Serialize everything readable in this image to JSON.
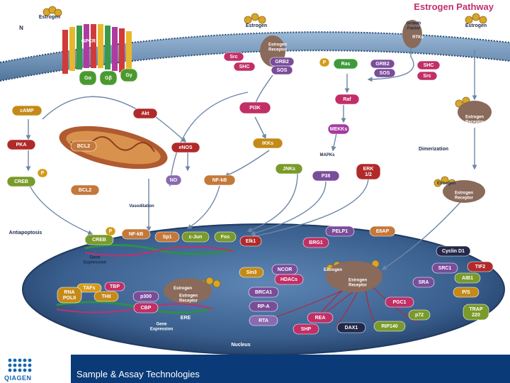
{
  "title": "Estrogen Pathway",
  "labels": {
    "estrogen_tl": "Estrogen",
    "n_term": "N",
    "gpcr": "GPCR",
    "estrogen_top": "Estrogen",
    "er_membrane": "Estrogen Receptor",
    "growth_factor": "Growth Factor",
    "rtks": "RTKs",
    "estrogen_tr": "Estrogen",
    "src_l": "Src",
    "shc_l": "SHC",
    "grb2_l": "GRB2",
    "sos_l": "SOS",
    "p1": "P",
    "ras": "Ras",
    "grb2_r": "GRB2",
    "shc_r": "SHC",
    "sos_r": "SOS",
    "src_r": "Src",
    "g_alpha": "Gα",
    "g_beta": "Gβ",
    "g_gamma": "Gγ",
    "camp": "cAMP",
    "akt": "Akt",
    "pi3k": "PI3K",
    "raf": "Raf",
    "er_cyt": "Estrogen Receptor",
    "mekks": "MEKKs",
    "pka": "PKA",
    "bcl2_m": "BCL2",
    "enos": "eNOS",
    "ikks": "IKKs",
    "mapks": "MAPKs",
    "dimerization": "Dimerization",
    "p2": "P",
    "creb_cyt": "CREB",
    "jnks": "JNKs",
    "p38": "P38",
    "erk": "ERK 1/2",
    "no": "NO",
    "nfkb_cyt": "NF-kB",
    "estrogen_dimer": "Estrogen",
    "er_dimer": "Estrogen Receptor",
    "bcl2_cyt": "BCL2",
    "vasodilation": "Vasodilation",
    "antiapoptosis": "Antiapoptosis",
    "p3": "P",
    "creb_nuc": "CREB",
    "nfkb_nuc": "NF-kB",
    "sp1": "Sp1",
    "cjun": "c-Jun",
    "fos": "Fos",
    "elk1": "Elk1",
    "pelp1": "PELP1",
    "e6ap": "E6AP",
    "brg1": "BRG1",
    "cyclin_d1": "Cyclin D1",
    "gene_expr_top": "Gene Expression",
    "sin3": "Sin3",
    "ncor": "NCOR",
    "hdacs": "HDACs",
    "estrogen_nuc": "Estrogen",
    "er_nuc": "Estrogen Receptor",
    "src1": "SRC1",
    "tif2": "TIF2",
    "aib1": "AIB1",
    "tafs": "TAFs",
    "tbp": "TBP",
    "rna_pol": "RNA POLII",
    "thii": "THII",
    "p300": "p300",
    "estrogen_gene": "Estrogen",
    "er_gene": "Estrogen Receptor",
    "cbp": "CBP",
    "brca1": "BRCA1",
    "sra": "SRA",
    "p_s": "P/S",
    "ere": "ERE",
    "rpa": "RP-A",
    "pgc1": "PGC1",
    "rea": "REA",
    "p72": "p72",
    "trap220": "TRAP 220",
    "rta": "RTA",
    "shp": "SHP",
    "dax1": "DAX1",
    "rip140": "RIP140",
    "gene_expr_bot": "Gene Expression",
    "nucleus": "Nucleus"
  },
  "footer": {
    "brand": "QIAGEN",
    "tagline": "Sample & Assay Technologies"
  },
  "colors": {
    "title": "#c0306e",
    "footer_bar": "#0a3a78",
    "nucleus": "#2f4f7a",
    "membrane": "#5b7fa6"
  }
}
